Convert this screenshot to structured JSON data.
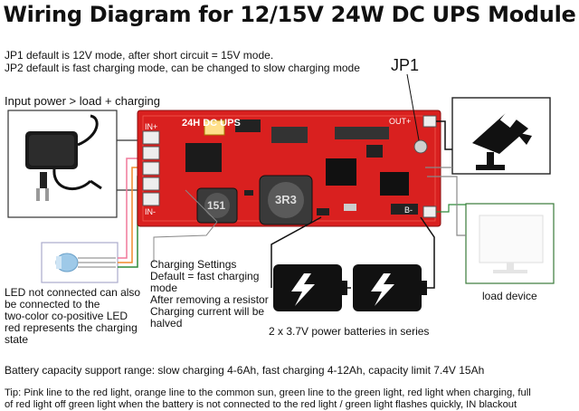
{
  "title": "Wiring Diagram for 12/15V 24W DC UPS Module",
  "notes": {
    "jp1_default": "JP1 default is 12V mode, after short circuit = 15V mode.",
    "jp2_default": "JP2 default is fast charging mode, can be changed to slow charging mode"
  },
  "labels": {
    "jp1": "JP1",
    "input_power": "Input power > load + charging",
    "led_note": [
      "LED not connected can also",
      "be connected to the",
      "two-color co-positive LED",
      "red represents the charging",
      "state"
    ],
    "charging_settings": [
      "Charging Settings",
      "Default = fast charging",
      "mode",
      "After removing a resistor",
      "Charging current will be",
      "halved"
    ],
    "batteries": "2 x 3.7V power batteries in series",
    "load_device": "load device",
    "capacity": "Battery capacity support range: slow charging 4-6Ah, fast charging 4-12Ah, capacity limit 7.4V 15Ah",
    "tip_line1": "Tip: Pink line to the red light, orange line to the common sun, green line to the green light, red light when charging, full",
    "tip_line2": "of red light off green light when the battery is not connected to the red light / green light flashes quickly, IN blackout"
  },
  "board": {
    "title_text": "24H DC UPS",
    "inductor_1": "151",
    "inductor_2": "3R3",
    "terminals_left": [
      "IN+",
      "IN-"
    ],
    "terminals_right": [
      "OUT+",
      "B-"
    ]
  },
  "colors": {
    "board": "#d9201f",
    "wire_pink": "#f0789a",
    "wire_orange": "#f08a2c",
    "wire_green": "#2e8b3a",
    "wire_gray": "#888888",
    "wire_black": "#111111"
  },
  "icons": [
    "power-adapter-icon",
    "led-icon",
    "camera-icon",
    "monitor-icon",
    "battery-bolt-icon"
  ]
}
